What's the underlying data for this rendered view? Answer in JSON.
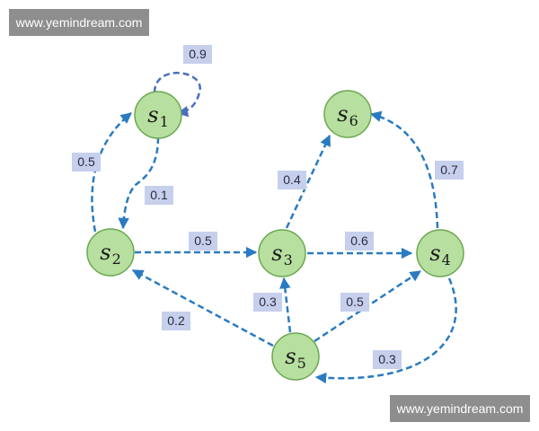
{
  "watermarks": {
    "top": "www.yemindream.com",
    "bottom": "www.yemindream.com"
  },
  "colors": {
    "edge": "#2a7bc0",
    "node_fill": "#b7dfa0",
    "node_stroke": "#6aa84f",
    "label_box": "#c6cfec"
  },
  "nodes": [
    {
      "id": "s1",
      "letter": "s",
      "sub": "1"
    },
    {
      "id": "s2",
      "letter": "s",
      "sub": "2"
    },
    {
      "id": "s3",
      "letter": "s",
      "sub": "3"
    },
    {
      "id": "s4",
      "letter": "s",
      "sub": "4"
    },
    {
      "id": "s5",
      "letter": "s",
      "sub": "5"
    },
    {
      "id": "s6",
      "letter": "s",
      "sub": "6"
    }
  ],
  "edges": [
    {
      "from": "s1",
      "to": "s1",
      "prob": "0.9"
    },
    {
      "from": "s2",
      "to": "s1",
      "prob": "0.5"
    },
    {
      "from": "s1",
      "to": "s2",
      "prob": "0.1"
    },
    {
      "from": "s2",
      "to": "s3",
      "prob": "0.5"
    },
    {
      "from": "s3",
      "to": "s6",
      "prob": "0.4"
    },
    {
      "from": "s3",
      "to": "s4",
      "prob": "0.6"
    },
    {
      "from": "s4",
      "to": "s6",
      "prob": "0.7"
    },
    {
      "from": "s5",
      "to": "s3",
      "prob": "0.3"
    },
    {
      "from": "s5",
      "to": "s4",
      "prob": "0.5"
    },
    {
      "from": "s5",
      "to": "s2",
      "prob": "0.2"
    },
    {
      "from": "s4",
      "to": "s5",
      "prob": "0.3"
    }
  ]
}
